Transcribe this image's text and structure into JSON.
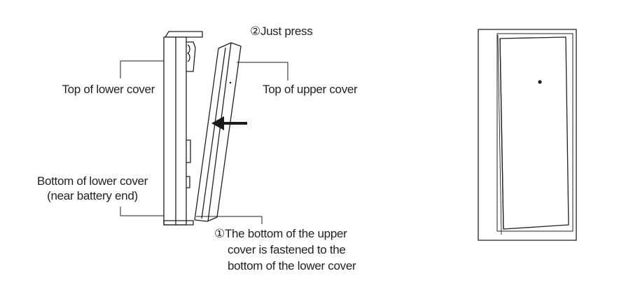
{
  "labels": {
    "just_press": "②Just press",
    "top_lower_cover": "Top of lower cover",
    "top_upper_cover": "Top of upper cover",
    "bottom_lower_cover_line1": "Bottom of lower cover",
    "bottom_lower_cover_line2": "(near battery end)",
    "fasten_line1": "①The bottom of the upper",
    "fasten_line2": "cover is fastened to the",
    "fasten_line3": "bottom of the lower cover"
  },
  "colors": {
    "stroke": "#231f20",
    "arrow": "#1a1a1a",
    "background": "#ffffff"
  }
}
